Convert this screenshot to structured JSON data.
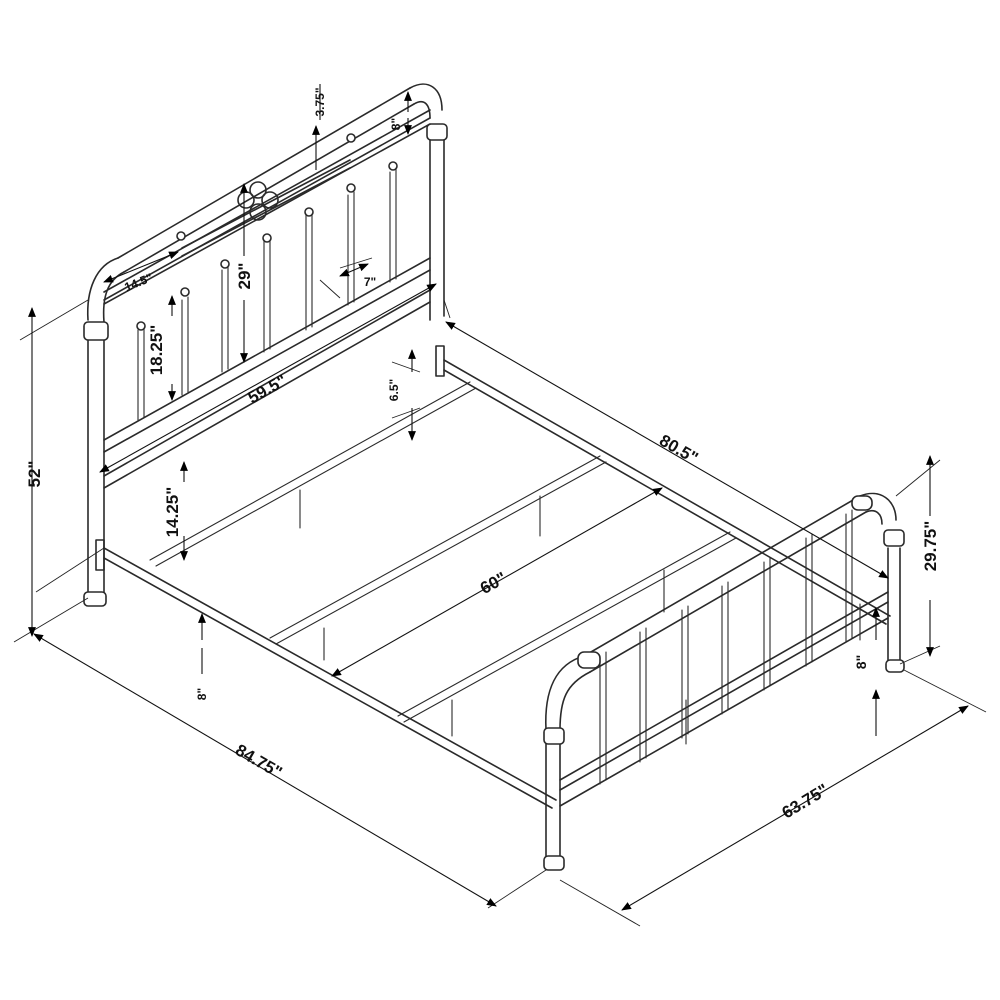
{
  "dimensions": {
    "overall_height": "52\"",
    "headboard_slot_width": "14.5\"",
    "headboard_cap": "3.75\"",
    "headboard_top_rail": "8\"",
    "headboard_spindle_height": "29\"",
    "headboard_spindle_spacing": "7\"",
    "headboard_lower_spindle": "18.25\"",
    "headboard_width": "59.5\"",
    "side_rail_height": "6.5\"",
    "interior_length": "80.5\"",
    "floor_to_rail": "14.25\"",
    "interior_width": "60\"",
    "footboard_height": "29.75\"",
    "footboard_clearance": "8\"",
    "ground_clearance": "8\"",
    "overall_length": "84.75\"",
    "overall_width": "63.75\""
  },
  "colors": {
    "line": "#2a2a2a",
    "text": "#111111",
    "background": "#ffffff"
  }
}
